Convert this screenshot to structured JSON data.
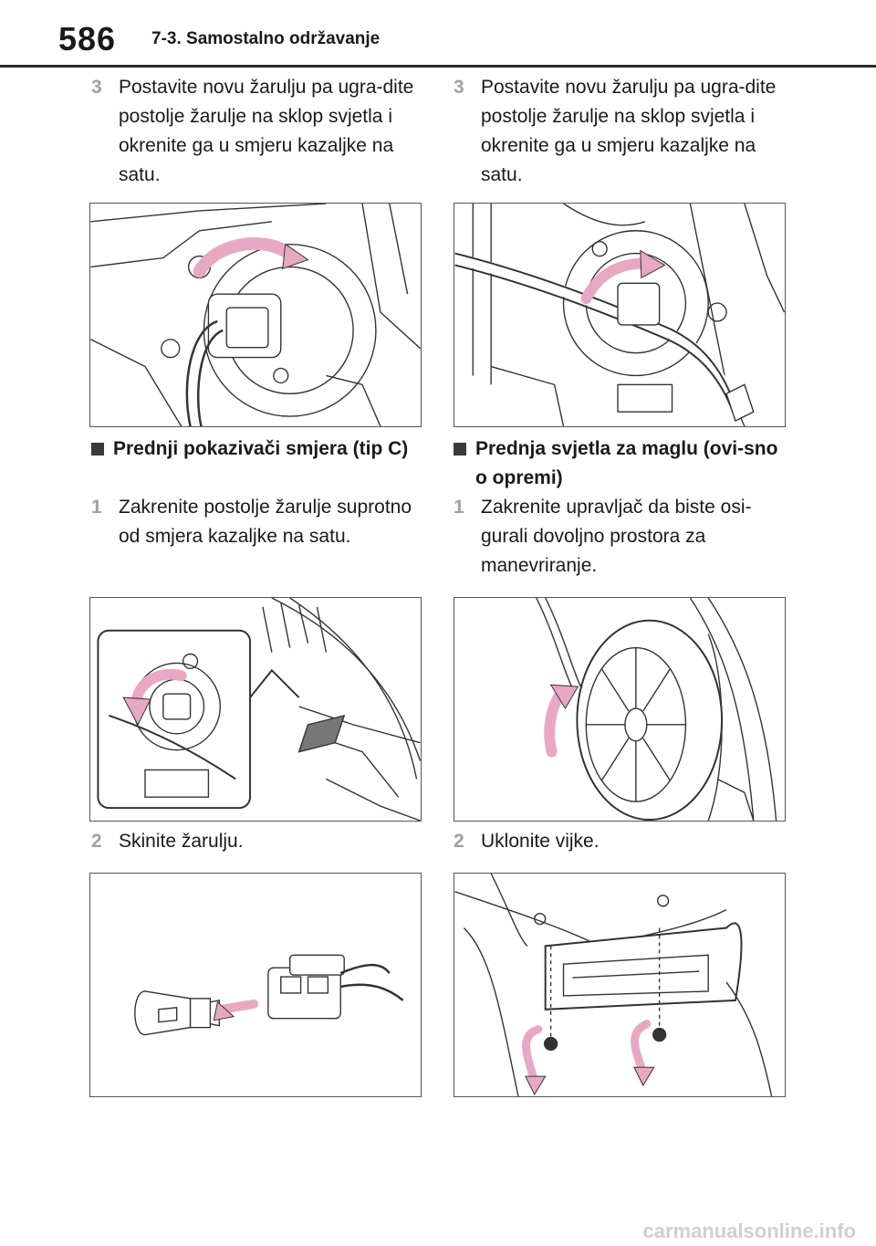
{
  "header": {
    "page_number": "586",
    "section_title": "7-3. Samostalno održavanje"
  },
  "left_column": {
    "step_top": {
      "number": "3",
      "text": "Postavite novu žarulju pa ugra-dite postolje žarulje na sklop svjetla i okrenite ga u smjeru kazaljke na satu."
    },
    "heading": {
      "text": "Prednji pokazivači smjera (tip C)"
    },
    "step_1": {
      "number": "1",
      "text": "Zakrenite postolje žarulje suprotno od smjera kazaljke na satu."
    },
    "step_2": {
      "number": "2",
      "text": "Skinite žarulju."
    }
  },
  "right_column": {
    "step_top": {
      "number": "3",
      "text": "Postavite novu žarulju pa ugra-dite postolje žarulje na sklop svjetla i okrenite ga u smjeru kazaljke na satu."
    },
    "heading": {
      "text": "Prednja svjetla za maglu (ovi-sno o opremi)"
    },
    "step_1": {
      "number": "1",
      "text": "Zakrenite upravljač da biste osi-gurali dovoljno prostora za manevriranje."
    },
    "step_2": {
      "number": "2",
      "text": "Uklonite vijke."
    }
  },
  "watermark": "carmanualsonline.info",
  "colors": {
    "arrow_pink": "#e8a8c4",
    "line": "#333333",
    "step_number": "#a0a0a0"
  }
}
